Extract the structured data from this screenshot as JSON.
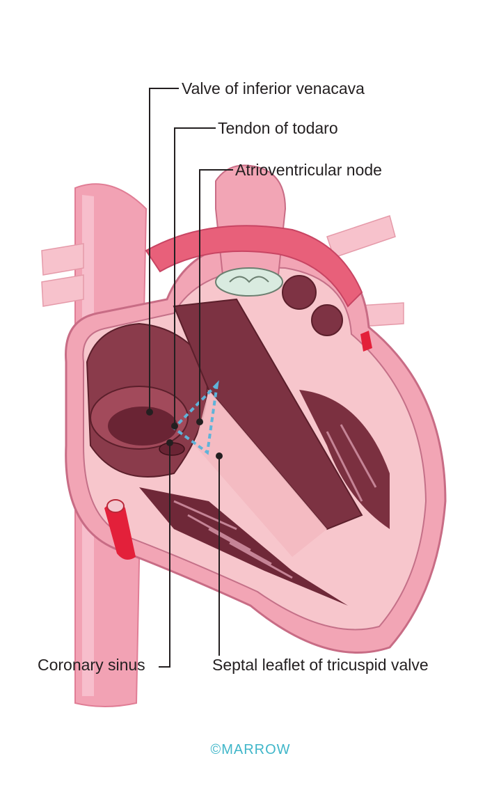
{
  "labels": {
    "valve_ivc": "Valve of inferior venacava",
    "tendon_todaro": "Tendon of todaro",
    "av_node": "Atrioventricular node",
    "coronary_sinus": "Coronary sinus",
    "septal_leaflet": "Septal leaflet of tricuspid valve"
  },
  "copyright": "©MARROW",
  "colors": {
    "outline": "#231f20",
    "triangle": "#5fb3d9",
    "wall": "#f4b8c2",
    "chamber": "#8f3e4e",
    "vessel": "#ef9aae",
    "brand": "#3fb6c9"
  }
}
